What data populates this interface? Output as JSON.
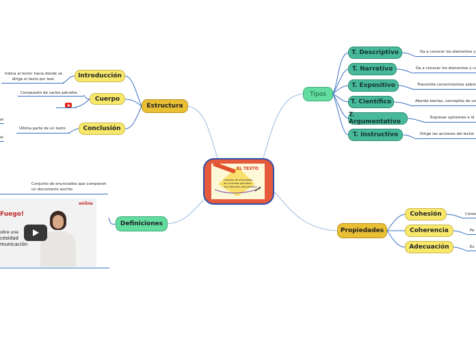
{
  "center": {
    "title": "EL TEXTO",
    "caption_lines": [
      "Conjunto de enunciados",
      "de un emisor que tiene",
      "una intención comunicativa"
    ]
  },
  "estructura": {
    "label": "Estructura",
    "introduccion": {
      "label": "Introducción",
      "text": "Indica al lector hacia donde se dirige el texto por leer."
    },
    "cuerpo": {
      "label": "Cuerpo",
      "text": "Compuesto de varios párrafos"
    },
    "conclusion": {
      "label": "Conclusión",
      "text": "Última parte de un texto",
      "cut_1": "al",
      "cut_2": "al"
    }
  },
  "definiciones": {
    "label": "Definiciones",
    "text": "Conjunto de enunciados que componen un documento escrito",
    "video": {
      "word1": "Fuego!",
      "word2": "ubre una",
      "word3": "cesidad",
      "word4": "municación",
      "brand": "online"
    }
  },
  "tipos": {
    "label": "Tipos",
    "items": [
      {
        "label": "T. Descriptivo",
        "text": "Da a conocer los elementos y"
      },
      {
        "label": "T. Narrativo",
        "text": "Da a conocer los elementos y ca"
      },
      {
        "label": "T. Expositivo",
        "text": "Transmite conocimientos sobre"
      },
      {
        "label": "T. Científico",
        "text": "Aborda teorías, conceptos de un"
      },
      {
        "label": "T. Argumentativo",
        "text": "Expresar opiniones e id"
      },
      {
        "label": "T. Instructivo",
        "text": "Dirige las acciones del lector"
      }
    ]
  },
  "propiedades": {
    "label": "Propiedades",
    "items": [
      {
        "label": "Cohesión",
        "text": "Conex"
      },
      {
        "label": "Coherencia",
        "text": "Pe"
      },
      {
        "label": "Adecuación",
        "text": "Es"
      }
    ]
  },
  "colors": {
    "center_bg": "#e55a3d",
    "center_border": "#2d4fa8",
    "line": "#3a6fc4",
    "youtube": "#e62117"
  }
}
